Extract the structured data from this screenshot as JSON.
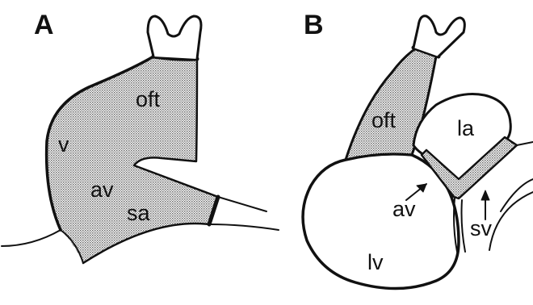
{
  "colors": {
    "ink": "#111111",
    "stipple": "#8a8a8a",
    "background": "#ffffff"
  },
  "panels": [
    {
      "label": "A",
      "parts": {
        "v": "v",
        "oft": "oft",
        "av": "av",
        "sa": "sa"
      }
    },
    {
      "label": "B",
      "parts": {
        "oft": "oft",
        "la": "la",
        "av": "av",
        "sv": "sv",
        "lv": "lv"
      }
    }
  ]
}
